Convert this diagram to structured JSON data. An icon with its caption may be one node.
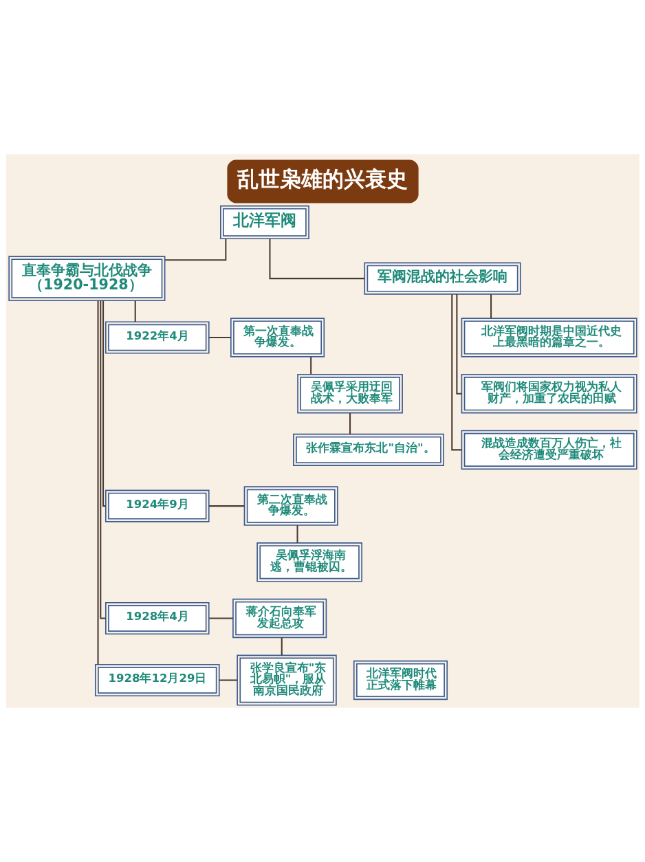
{
  "diagram": {
    "title": "乱世枭雄的兴衰史",
    "nodes": [
      {
        "text": [
          "北洋军阀"
        ]
      },
      {
        "text": [
          "直奉争霸与北伐战争（1920-1928）"
        ]
      },
      {
        "text": [
          "军阀混战的社会影响"
        ]
      },
      {
        "text": [
          "1922年4月"
        ]
      },
      {
        "text": [
          "第一次直奉战争爆发。"
        ]
      },
      {
        "text": [
          "吴佩孚采用迂回战术，大败奉军"
        ]
      },
      {
        "text": [
          "张作霖宣布东北\"自治\"。"
        ]
      },
      {
        "text": [
          "1924年9月"
        ]
      },
      {
        "text": [
          "第二次直奉战争爆发。"
        ]
      },
      {
        "text": [
          "吴佩孚浮海南逃，曹锟被囚。"
        ]
      },
      {
        "text": [
          "1928年4月"
        ]
      },
      {
        "text": [
          "蒋介石向奉军发起总攻"
        ]
      },
      {
        "text": [
          "1928年12月29日"
        ]
      },
      {
        "text": [
          "张学良宣布\"东北易帜\"，服从南京国民政府"
        ]
      },
      {
        "text": [
          "北洋军阀时代正式落下帷幕"
        ]
      },
      {
        "text": [
          "北洋军阀时期是中国近代史上最黑暗的篇章之一。"
        ]
      },
      {
        "text": [
          "军阀们将国家权力视为私人财产，加重了农民的田赋"
        ]
      },
      {
        "text": [
          "混战造成数百万人伤亡，社会经济遭受严重破坏"
        ]
      }
    ],
    "edges": [
      {
        "from": 0,
        "to": 1,
        "arrow": "none"
      },
      {
        "from": 0,
        "to": 2,
        "arrow": "none"
      },
      {
        "from": 1,
        "to": 3,
        "arrow": "none"
      },
      {
        "from": 3,
        "to": 4,
        "arrow": "none"
      },
      {
        "from": 4,
        "to": 5,
        "arrow": "none"
      },
      {
        "from": 5,
        "to": 6,
        "arrow": "none"
      },
      {
        "from": 1,
        "to": 7,
        "arrow": "none"
      },
      {
        "from": 7,
        "to": 8,
        "arrow": "none"
      },
      {
        "from": 8,
        "to": 9,
        "arrow": "none"
      },
      {
        "from": 1,
        "to": 10,
        "arrow": "none"
      },
      {
        "from": 10,
        "to": 11,
        "arrow": "none"
      },
      {
        "from": 11,
        "to": 13,
        "arrow": "none"
      },
      {
        "from": 1,
        "to": 12,
        "arrow": "none"
      },
      {
        "from": 12,
        "to": 13,
        "arrow": "none"
      },
      {
        "from": 2,
        "to": 15,
        "arrow": "none"
      },
      {
        "from": 2,
        "to": 16,
        "arrow": "none"
      },
      {
        "from": 2,
        "to": 17,
        "arrow": "none"
      }
    ]
  }
}
